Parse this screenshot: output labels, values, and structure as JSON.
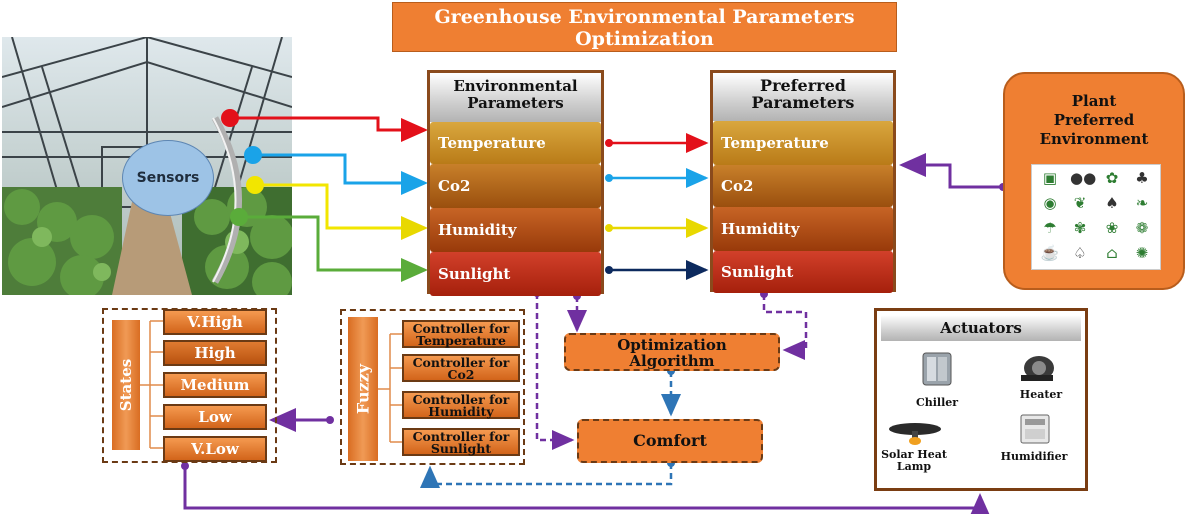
{
  "title": {
    "line1": "Greenhouse Environmental Parameters",
    "line2": "Optimization"
  },
  "sensors": {
    "label": "Sensors"
  },
  "env_panel": {
    "header_line1": "Environmental",
    "header_line2": "Parameters",
    "rows": [
      "Temperature",
      "Co2",
      "Humidity",
      "Sunlight"
    ]
  },
  "pref_panel": {
    "header_line1": "Preferred",
    "header_line2": "Parameters",
    "rows": [
      "Temperature",
      "Co2",
      "Humidity",
      "Sunlight"
    ]
  },
  "plant": {
    "line1": "Plant",
    "line2": "Preferred",
    "line3": "Environment",
    "icons": [
      "seedling-icon",
      "leaf-icon",
      "sprout-icon",
      "pot-icon",
      "circle-leaf-icon",
      "seed-icon",
      "plant-icon",
      "hand-plant-icon",
      "rain-plant-icon",
      "sprout2-icon",
      "drop-icon",
      "leaf2-icon",
      "watering-can-icon",
      "shovel-icon",
      "house-plant-icon",
      "flower-icon"
    ]
  },
  "states": {
    "label": "States",
    "items": [
      "V.High",
      "High",
      "Medium",
      "Low",
      "V.Low"
    ]
  },
  "fuzzy": {
    "label": "Fuzzy",
    "controllers": [
      {
        "line1": "Controller for",
        "line2": "Temperature"
      },
      {
        "line1": "Controller for",
        "line2": "Co2"
      },
      {
        "line1": "Controller for",
        "line2": "Humidity"
      },
      {
        "line1": "Controller for",
        "line2": "Sunlight"
      }
    ]
  },
  "optimization": {
    "line1": "Optimization",
    "line2": "Algorithm"
  },
  "comfort": {
    "label": "Comfort"
  },
  "actuators": {
    "title": "Actuators",
    "chiller": "Chiller",
    "heater": "Heater",
    "solar_line1": "Solar Heat",
    "solar_line2": "Lamp",
    "humidifier": "Humidifier"
  },
  "colors": {
    "red": "#e3101a",
    "blue": "#1aa3e8",
    "yellow": "#f2e600",
    "green": "#5aac3a",
    "navy": "#0d2a5e",
    "purple": "#7030a0",
    "dash_blue": "#2e75b6",
    "orange": "#ef7f32"
  }
}
